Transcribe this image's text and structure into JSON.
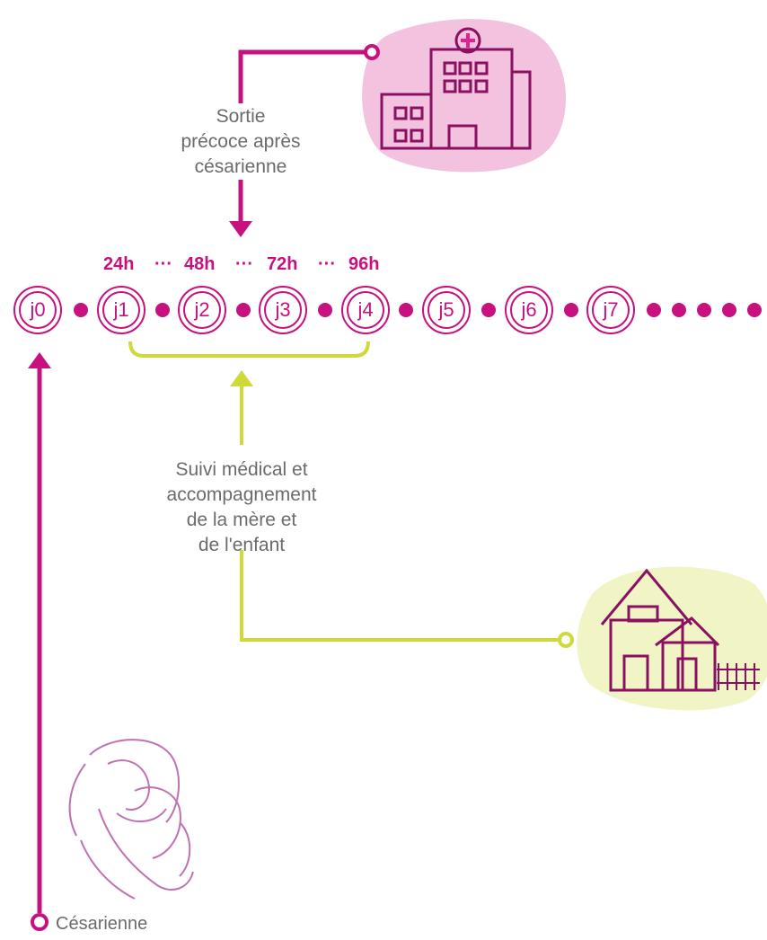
{
  "colors": {
    "accent": "#c7117f",
    "green": "#cfd93a",
    "pink_blob": "#f2c2de",
    "green_blob": "#f1f4c4",
    "text": "#6b6b6b"
  },
  "early_exit": {
    "text": [
      "Sortie",
      "précoce après",
      "césarienne"
    ]
  },
  "hours": [
    "24h",
    "···",
    "48h",
    "···",
    "72h",
    "···",
    "96h"
  ],
  "days": [
    "j0",
    "j1",
    "j2",
    "j3",
    "j4",
    "j5",
    "j6",
    "j7"
  ],
  "followup": {
    "text": [
      "Suivi médical et",
      "accompagnement",
      "de la mère et",
      "de l'enfant"
    ]
  },
  "start": {
    "label": "Césarienne"
  },
  "icons": [
    "hospital-icon",
    "house-icon",
    "mother-child-icon"
  ]
}
